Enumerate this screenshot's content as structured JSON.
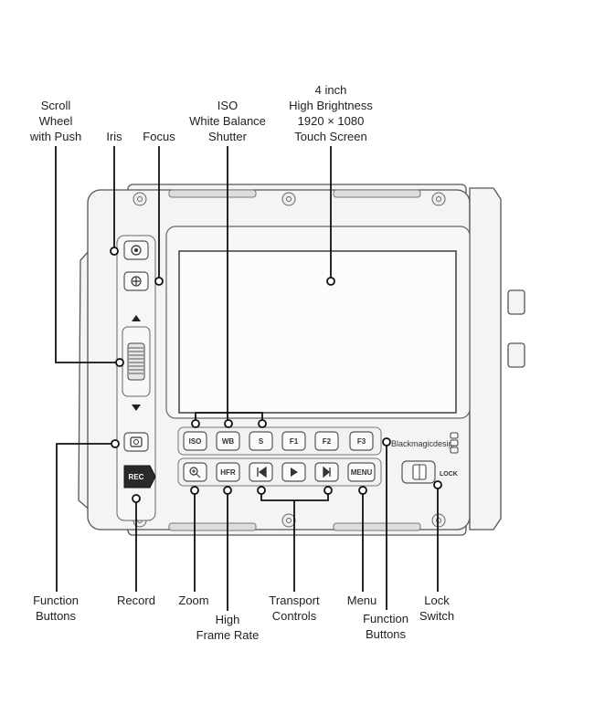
{
  "labels": {
    "scroll_wheel": [
      "Scroll",
      "Wheel",
      "with Push"
    ],
    "iris": [
      "Iris"
    ],
    "focus": [
      "Focus"
    ],
    "iso_wb_shutter": [
      "ISO",
      "White Balance",
      "Shutter"
    ],
    "screen": [
      "4 inch",
      "High Brightness",
      "1920 × 1080",
      "Touch Screen"
    ],
    "function_buttons_left": [
      "Function",
      "Buttons"
    ],
    "record": [
      "Record"
    ],
    "zoom": [
      "Zoom"
    ],
    "high_frame_rate": [
      "High",
      "Frame Rate"
    ],
    "transport_controls": [
      "Transport",
      "Controls"
    ],
    "menu": [
      "Menu"
    ],
    "function_buttons_right": [
      "Function",
      "Buttons"
    ],
    "lock_switch": [
      "Lock",
      "Switch"
    ]
  },
  "buttons": {
    "iso": "ISO",
    "wb": "WB",
    "shutter": "S",
    "f1": "F1",
    "f2": "F2",
    "f3": "F3",
    "hfr": "HFR",
    "menu": "MENU",
    "rec": "REC"
  },
  "brand": "Blackmagicdesign",
  "lock": "LOCK"
}
